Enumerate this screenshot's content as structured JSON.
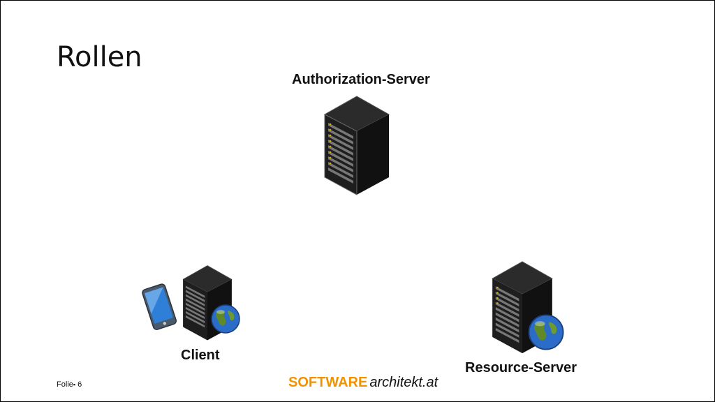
{
  "slide": {
    "title": "Rollen",
    "footer_label": "Folie",
    "footer_bullet": "▪",
    "page_number": "6"
  },
  "roles": {
    "authorization_server": "Authorization-Server",
    "client": "Client",
    "resource_server": "Resource-Server"
  },
  "brand": {
    "part1": "SOFTWARE",
    "part2": "architekt.at",
    "accent_color": "#f39200"
  },
  "icons": {
    "server": "server-tower-icon",
    "globe": "globe-icon",
    "phone": "smartphone-icon"
  }
}
